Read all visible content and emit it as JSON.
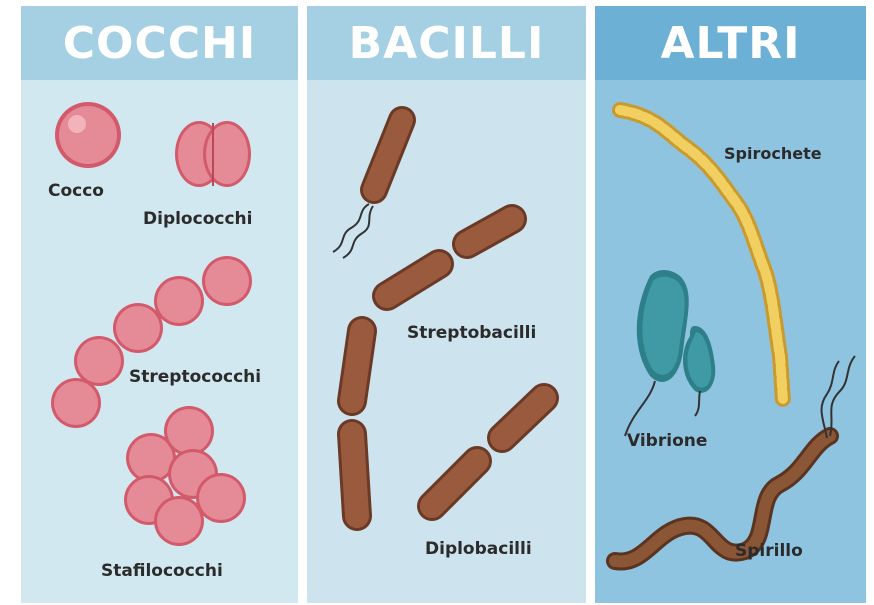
{
  "columns": [
    {
      "title": "COCCHI",
      "labels": {
        "cocco": "Cocco",
        "diplococchi": "Diplococchi",
        "streptococchi": "Streptococchi",
        "stafilococchi": "Stafilococchi"
      }
    },
    {
      "title": "BACILLI",
      "labels": {
        "streptobacilli": "Streptobacilli",
        "diplobacilli": "Diplobacilli"
      }
    },
    {
      "title": "ALTRI",
      "labels": {
        "spirochete": "Spirochete",
        "vibrione": "Vibrione",
        "spirillo": "Spirillo"
      }
    }
  ],
  "colors": {
    "coccus_fill": "#e58a97",
    "bacillus_fill": "#9a5a3e",
    "spirochete_fill": "#f1cf61",
    "vibrio_fill": "#3f9aa6",
    "spirillum_fill": "#7a4a30"
  }
}
